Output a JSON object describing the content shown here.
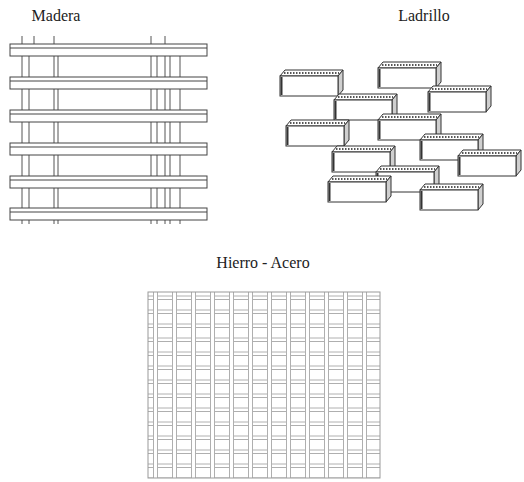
{
  "diagram": {
    "labels": [
      "Madera",
      "Ladrillo",
      "Hierro - Acero"
    ]
  }
}
